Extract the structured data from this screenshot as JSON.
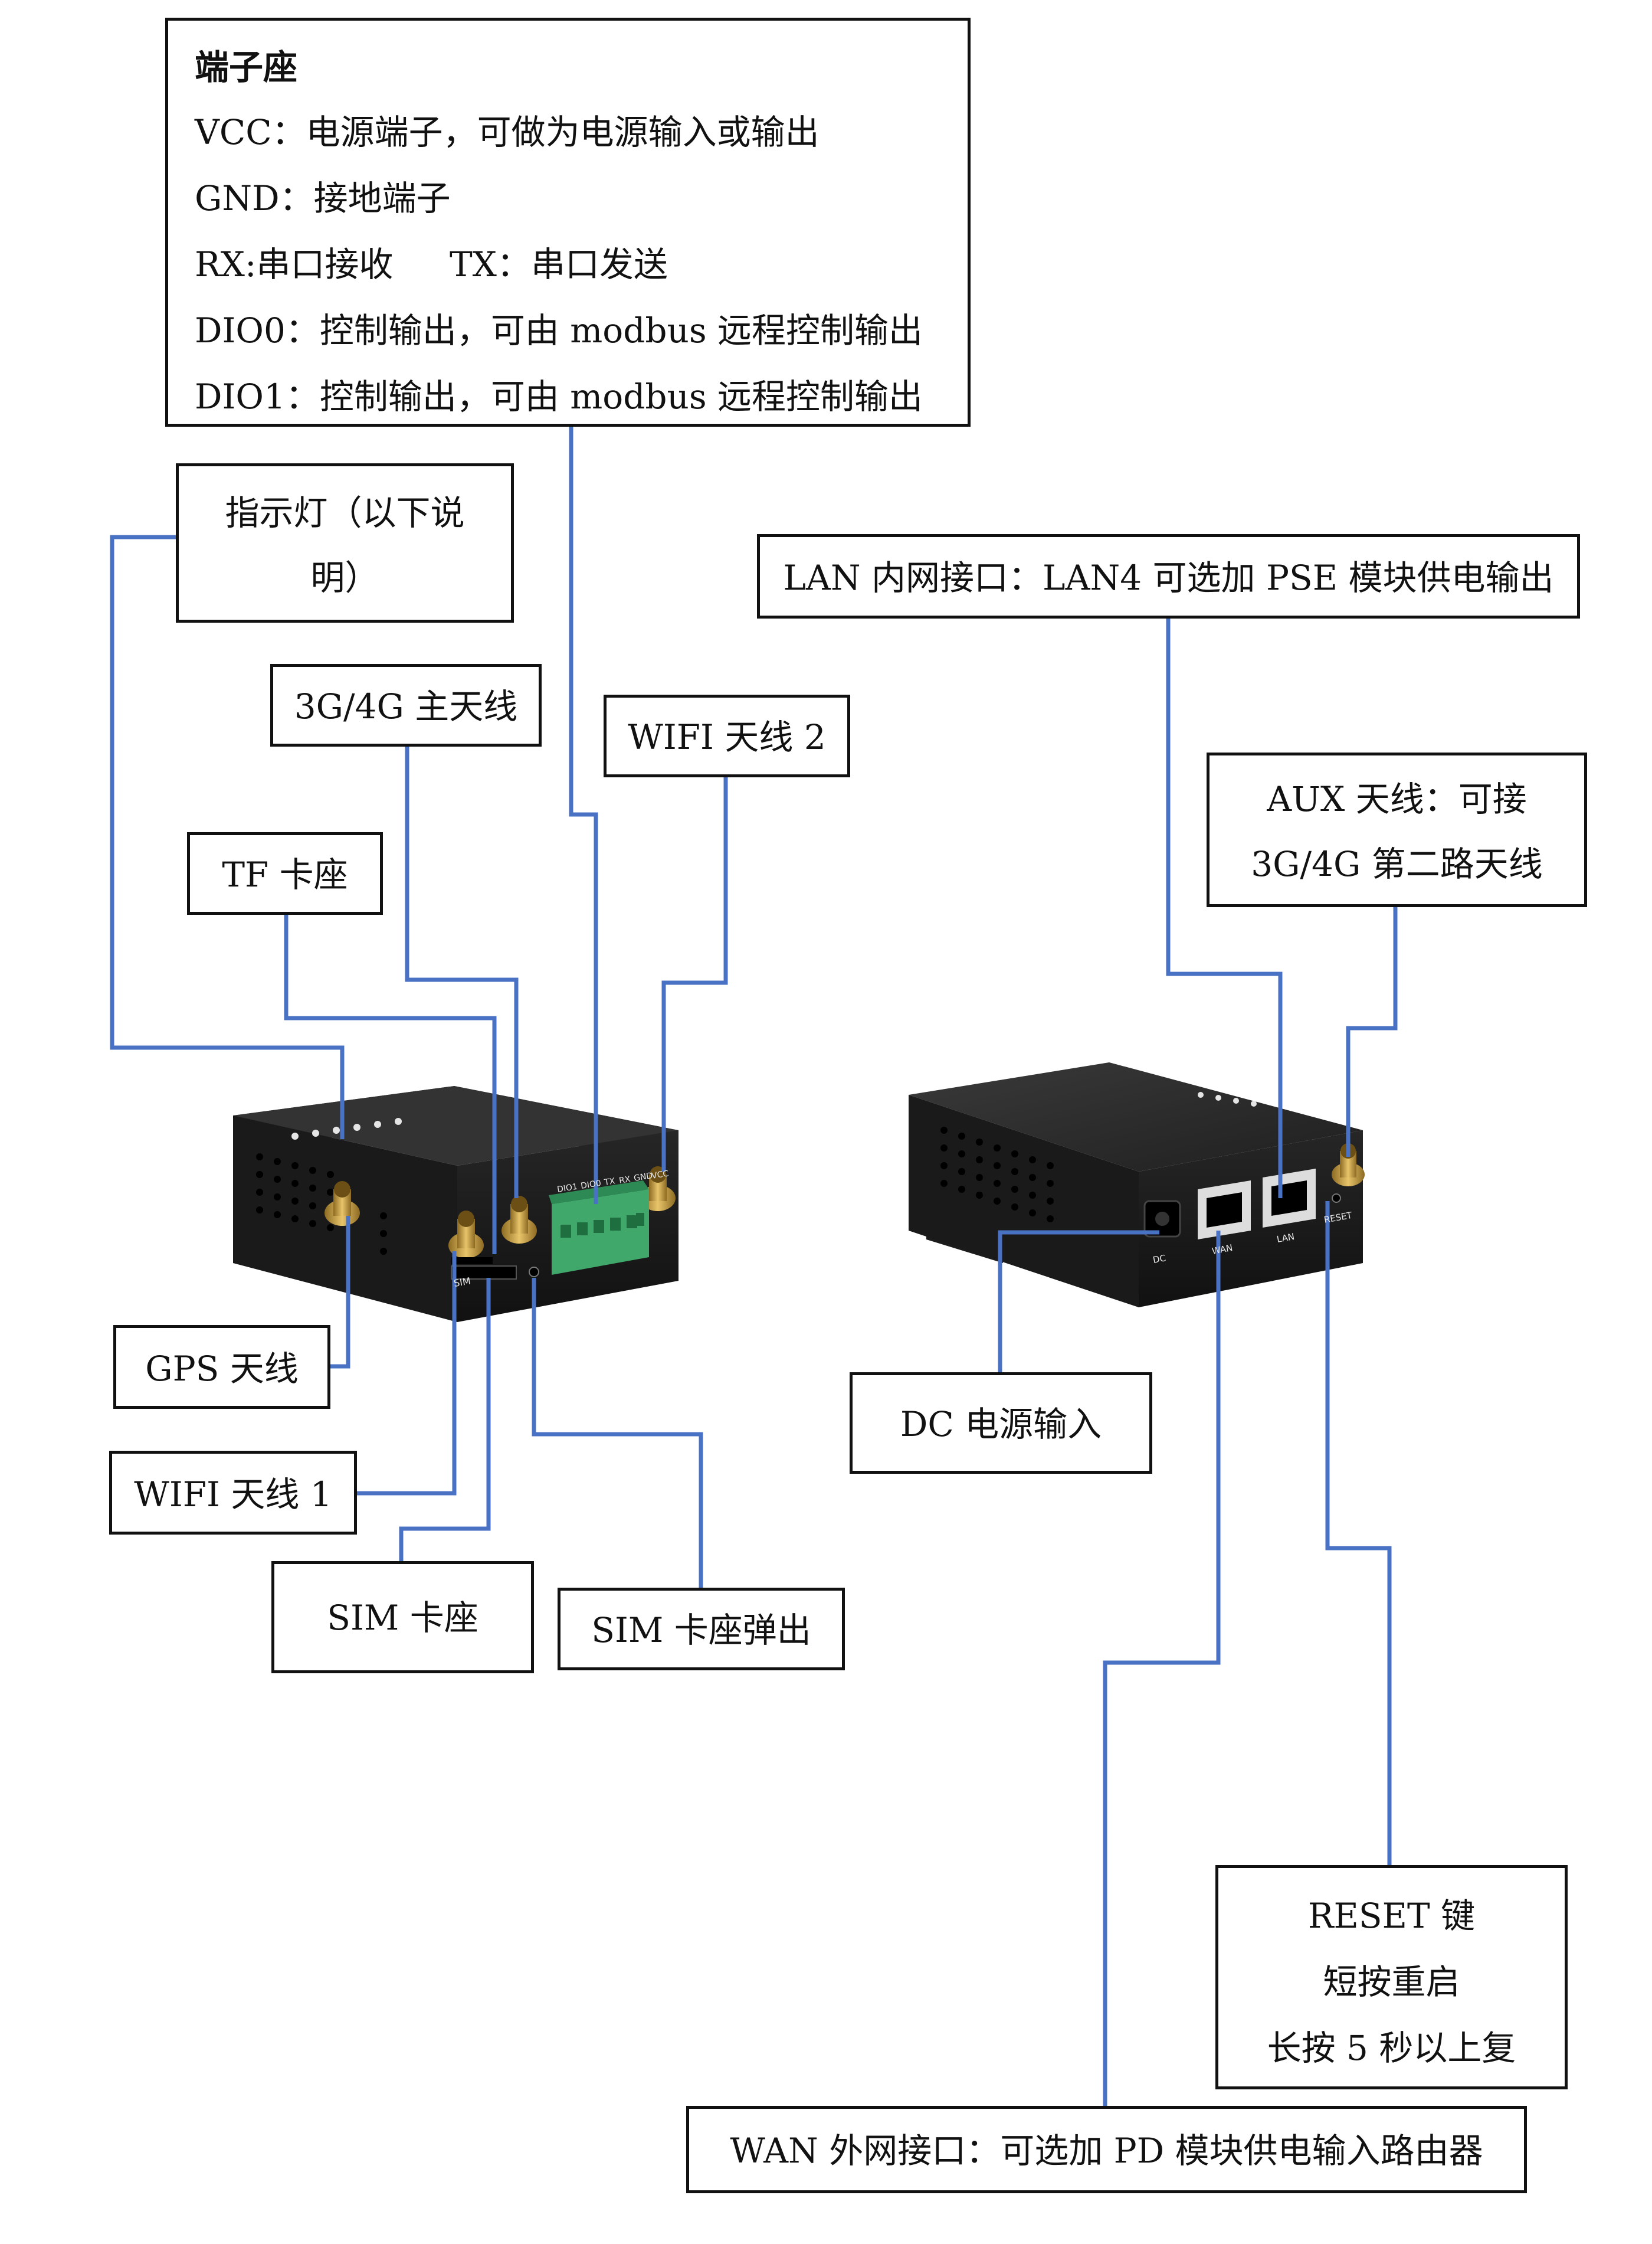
{
  "callouts": {
    "terminal": {
      "title": "端子座",
      "lines": [
        "VCC：电源端子，可做为电源输入或输出",
        "GND：接地端子",
        "RX:串口接收",
        "TX：串口发送",
        "DIO0：控制输出，可由 modbus 远程控制输出",
        "DIO1：控制输出，可由 modbus 远程控制输出"
      ]
    },
    "indicator": {
      "lines": [
        "指示灯（以下说",
        "明）"
      ]
    },
    "main_antenna": "3G/4G 主天线",
    "wifi_antenna_2": "WIFI 天线 2",
    "tf_slot": "TF 卡座",
    "gps_antenna": "GPS 天线",
    "wifi_antenna_1": "WIFI 天线 1",
    "sim_slot": "SIM 卡座",
    "sim_eject": "SIM 卡座弹出",
    "lan_port": "LAN 内网接口：LAN4 可选加 PSE 模块供电输出",
    "aux_antenna": {
      "lines": [
        "AUX 天线：可接",
        "3G/4G 第二路天线"
      ]
    },
    "dc_input": "DC 电源输入",
    "reset_key": {
      "lines": [
        "RESET 键",
        "短按重启",
        "长按 5 秒以上复"
      ]
    },
    "wan_port": "WAN 外网接口：可选加 PD 模块供电输入路由器"
  },
  "device_front": {
    "panel_labels": [
      "DIO1",
      "DIO0",
      "TX",
      "RX",
      "GND",
      "VCC"
    ],
    "sim_label": "SIM",
    "terminal_pin_count": 6
  },
  "device_rear": {
    "port_labels": [
      "DC",
      "WAN",
      "LAN",
      "RESET"
    ]
  },
  "colors": {
    "leader_line": "#4a72c4",
    "box_border": "#111111",
    "device_body": "#2a2a2a",
    "terminal_block": "#3fa86a",
    "antenna_gold": "#c9a24a"
  }
}
